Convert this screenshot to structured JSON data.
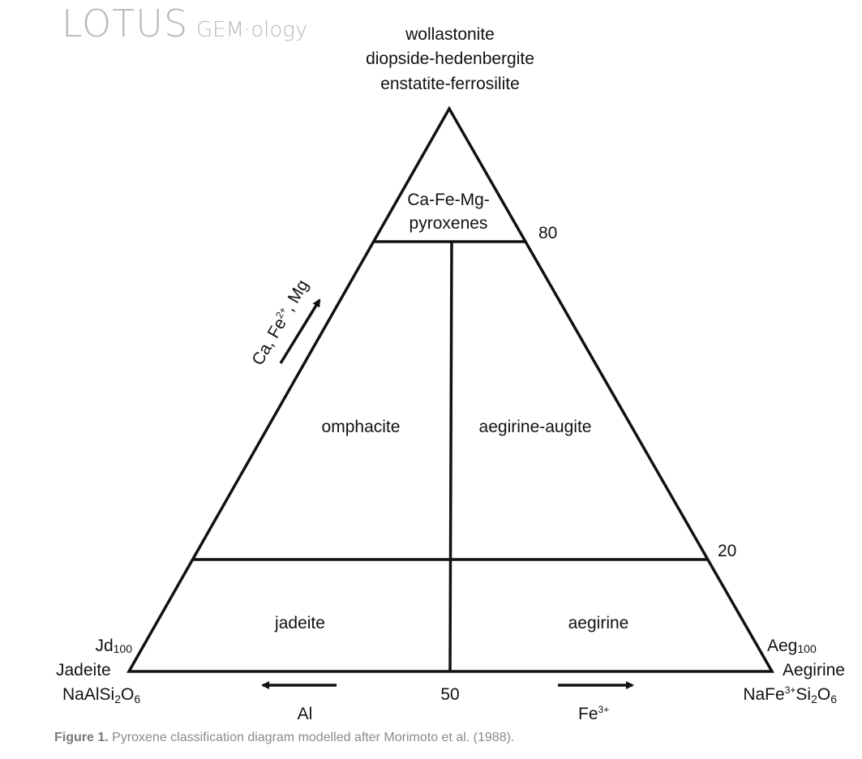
{
  "logo": {
    "main": "LOTUS",
    "sub": "GEM·ology"
  },
  "apex": {
    "line1": "wollastonite",
    "line2": "diopside-hedenbergite",
    "line3": "enstatite-ferrosilite"
  },
  "fields": {
    "top_line1": "Ca-Fe-Mg-",
    "top_line2": "pyroxenes",
    "omphacite": "omphacite",
    "aegirine_augite": "aegirine-augite",
    "jadeite": "jadeite",
    "aegirine": "aegirine"
  },
  "ticks": {
    "t80": "80",
    "t20": "20",
    "t50": "50"
  },
  "left_corner": {
    "sym": "Jd",
    "sub": "100",
    "name": "Jadeite",
    "formula_a": "NaAlSi",
    "formula_s1": "2",
    "formula_b": "O",
    "formula_s2": "6"
  },
  "right_corner": {
    "sym": "Aeg",
    "sub": "100",
    "name": "Aegirine",
    "formula_a": "NaFe",
    "formula_sup": "3+",
    "formula_b": "Si",
    "formula_s1": "2",
    "formula_c": "O",
    "formula_s2": "6"
  },
  "arrows": {
    "left_side": {
      "a": "Ca, Fe",
      "sup": "2+",
      "b": ", Mg"
    },
    "bottom_left": "Al",
    "bottom_right_base": "Fe",
    "bottom_right_sup": "3+"
  },
  "caption": {
    "label": "Figure 1.",
    "text": " Pyroxene classification diagram modelled after Morimoto et al. (1988)."
  }
}
